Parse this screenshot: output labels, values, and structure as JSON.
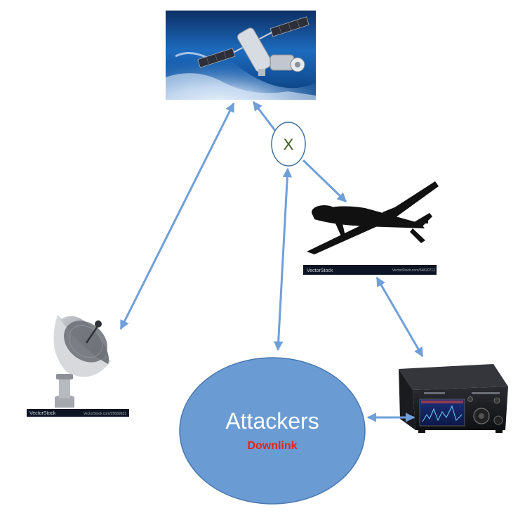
{
  "diagram": {
    "attackers": {
      "title": "Attackers",
      "subtitle": "Downlink"
    },
    "jam_marker": {
      "label": "X"
    },
    "watermarks": {
      "drone": {
        "left": "VectorStock",
        "right": "VectorStock.com/34820712"
      },
      "dish": {
        "left": "VectorStock",
        "right": "VectorStock.com/25689531"
      }
    },
    "nodes": [
      "satellite-image",
      "drone-image",
      "ground-dish-image",
      "attackers-node",
      "sdr-radio-image"
    ],
    "colors": {
      "arrow": "#6f9fd8",
      "attackers_fill": "#6a9bd3",
      "attackers_stroke": "#4a78b0",
      "downlink_text": "#e8231a",
      "jam_circle_stroke": "#41719c"
    }
  }
}
